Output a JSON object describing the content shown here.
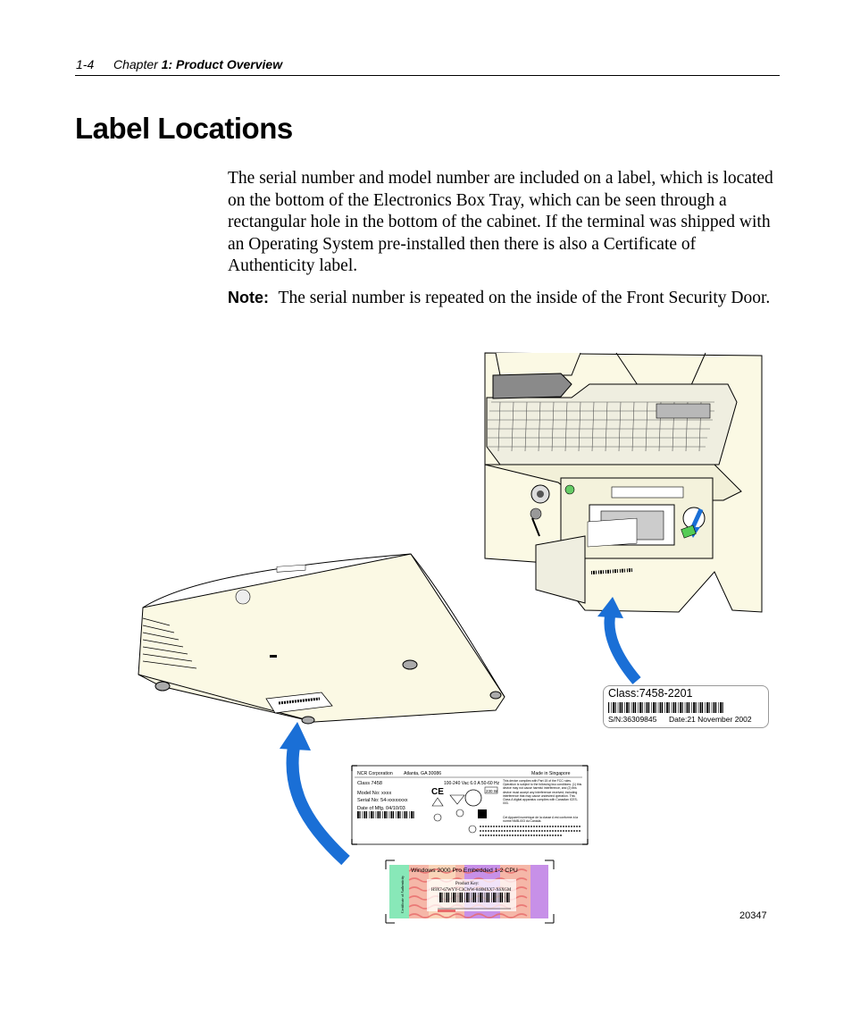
{
  "header": {
    "page_number": "1-4",
    "chapter_word": "Chapter",
    "chapter_title": "1:  Product Overview"
  },
  "title": "Label Locations",
  "body_paragraph": "The serial number and model number are included on a label, which is located on the bottom of the Electronics Box Tray, which can be seen through a rectangular hole in the bottom of the cabinet. If the terminal was shipped with an Operating System pre-installed then there is also a Certificate of Authenticity label.",
  "note": {
    "label": "Note:",
    "text": "The serial number is repeated on the inside of the Front Security Door."
  },
  "class_label": {
    "title": "Class:7458-2201",
    "serial": "S/N:36309845",
    "date": "Date:21 November 2002"
  },
  "product_label": {
    "company": "NCR Corporation",
    "location": "Atlanta, GA  30086",
    "power": "100-240 Vac 6.0 A 50-60 Hz",
    "made_in": "Made in Singapore",
    "class": "Class 7458",
    "model": "Model No: xxxx",
    "serial": "Serial No: 54-xxxxxxxx",
    "date": "Date of Mfg. 04/10/03",
    "ce_mark": "CE",
    "rating_badge": "230 W",
    "fcc_text": "This device complies with Part 15 of the FCC rules. Operation is subject to the following two conditions: (1) this device may not cause harmful interference, and (2) this device must accept any interference received, including interference that may cause undesired operation. This Class A digital apparatus complies with Canadian ICES-003.",
    "cet_text": "Cet Appareil numérique de la classe A est conforme à la norme NMB-003 du Canada."
  },
  "coa_label": {
    "product": "Windows   2000 Pro Embedded 1-2 CPU",
    "key_label": "Product Key:",
    "key": "H9X7-67WYY-C3CWW-848MXX7-X6XGM",
    "side_text": "Certificate of Authenticity"
  },
  "figure_number": "20347",
  "colors": {
    "device_fill": "#fbf9e4",
    "arrow_blue": "#1a6fd6",
    "coa_purple": "#c790e8",
    "coa_green": "#88e8b8",
    "coa_red": "#e86a6a"
  }
}
